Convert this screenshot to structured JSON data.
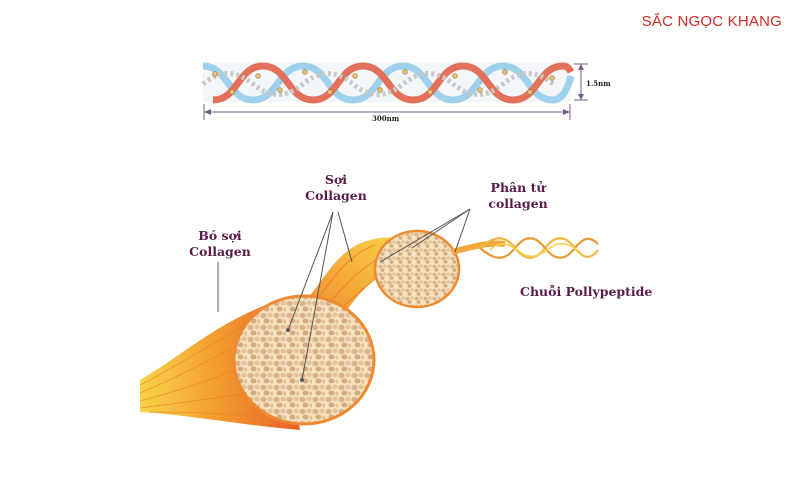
{
  "brand": "SẮC NGỌC KHANG",
  "helix": {
    "width_label": "300nm",
    "diameter_label": "1.5nm"
  },
  "labels": {
    "bundle_line1": "Bó sợi",
    "bundle_line2": "Collagen",
    "fiber_line1": "Sợi",
    "fiber_line2": "Collagen",
    "molecule_line1": "Phân tử",
    "molecule_line2": "collagen",
    "chain": "Chuỗi Pollypeptide"
  },
  "colors": {
    "brand": "#d32a2a",
    "label": "#5a1a4a",
    "helix_red": "#e2705a",
    "helix_blue": "#9fd0ec",
    "fiber_orange": "#f0882a",
    "fiber_yellow": "#f7c83a",
    "cell_fill": "#f4dcb4"
  }
}
